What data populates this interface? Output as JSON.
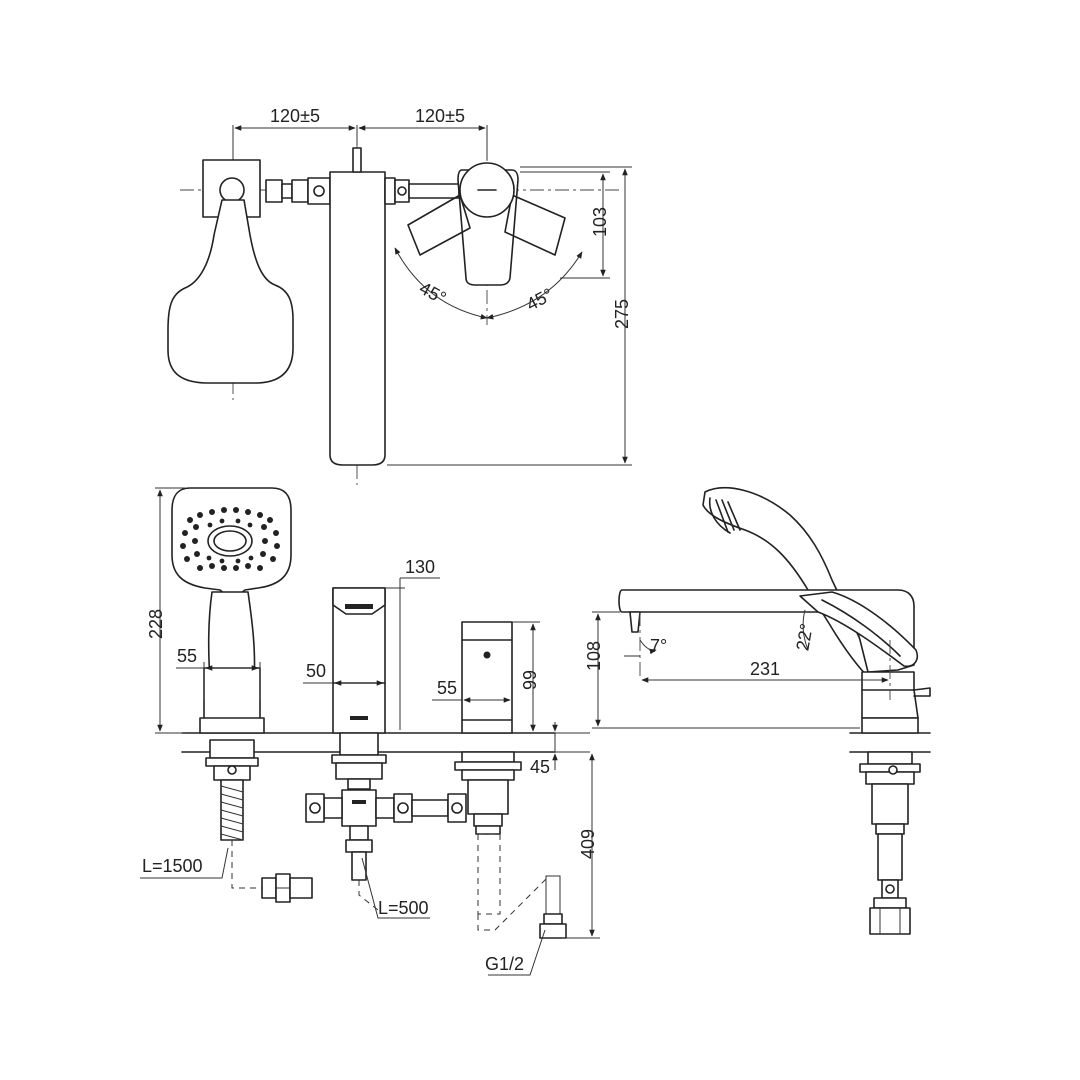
{
  "top_view": {
    "dim_left_spacing": "120±5",
    "dim_right_spacing": "120±5",
    "dim_lever_depth": "103",
    "dim_total_depth": "275",
    "angle_left": "45°",
    "angle_right": "45°"
  },
  "front_view": {
    "dim_handshower_height": "228",
    "dim_handshower_base": "55",
    "dim_spout_projection": "130",
    "dim_spout_base": "50",
    "dim_mixer_base": "55",
    "dim_mixer_height": "99",
    "dim_deck_thickness": "45",
    "dim_under_deck": "409",
    "hose_length": "L=1500",
    "connector_length": "L=500",
    "thread_size": "G1/2"
  },
  "side_view": {
    "dim_body_height": "108",
    "dim_spout_reach": "231",
    "angle_spout": "7°",
    "angle_lever": "22°"
  }
}
